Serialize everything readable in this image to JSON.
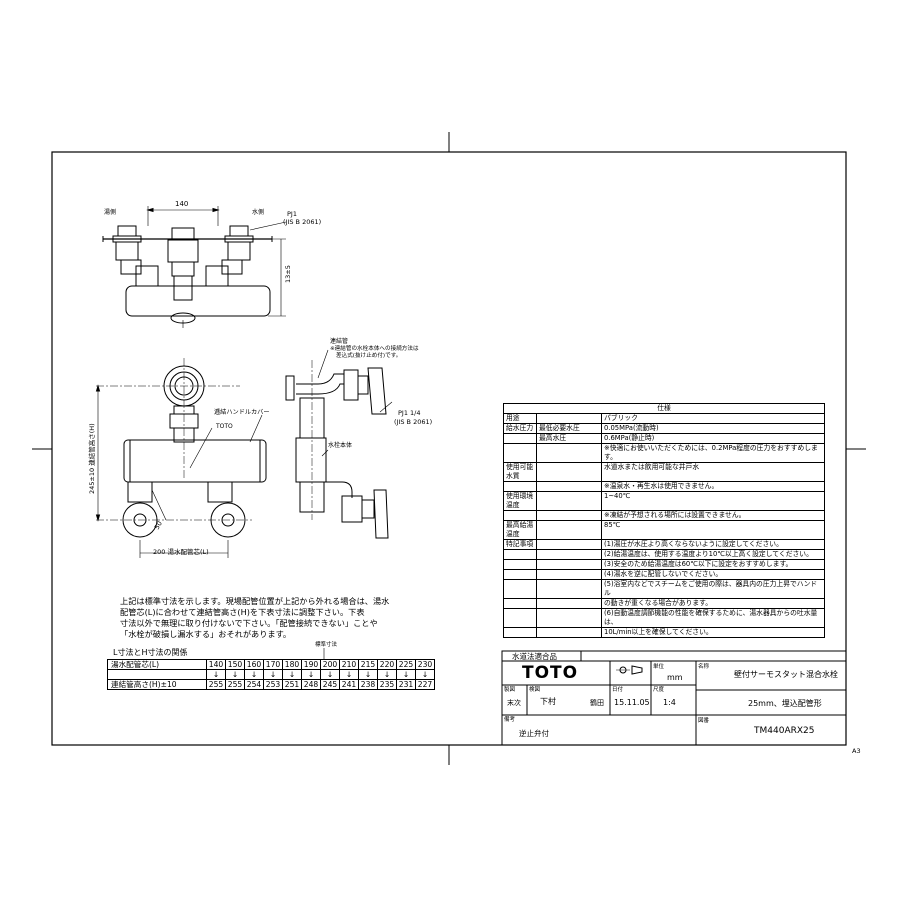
{
  "top_view": {
    "hot_label": "湯側",
    "cold_label": "水側",
    "width_dim": "140",
    "thread_label": "PJ1",
    "thread_std": "(JIS B 2061)",
    "depth_dim": "13±5"
  },
  "front_view": {
    "cover_label": "逓結ハンドルカバー",
    "brand_label": "TOTO",
    "height_dim": "245±10 連結管高さ(H)",
    "angle_dim": "50",
    "pitch_dim": "200 湯水配管芯(L)"
  },
  "side_view": {
    "pipe_label": "連結管",
    "pipe_note_1": "※連結管の水栓本体への接続方法は",
    "pipe_note_2": "差込式(抜け止め付)です。",
    "thread_label": "PJ1 1/4",
    "thread_std": "(JIS B 2061)",
    "body_label": "水栓本体"
  },
  "spec": {
    "title": "仕様",
    "rows": [
      {
        "c1": "用途",
        "c2": "",
        "c3": "パブリック"
      },
      {
        "c1": "給水圧力",
        "c2": "最低必要水圧",
        "c3": "0.05MPa(流動時)"
      },
      {
        "c1": "",
        "c2": "最高水圧",
        "c3": "0.6MPa(静止時)"
      },
      {
        "c1": "",
        "c2": "",
        "c3": "※快適にお使いいただくためには、0.2MPa程度の圧力をおすすめします。"
      },
      {
        "c1": "使用可能水質",
        "c2": "",
        "c3": "水道水または飲用可能な井戸水"
      },
      {
        "c1": "",
        "c2": "",
        "c3": "※温泉水・再生水は使用できません。"
      },
      {
        "c1": "使用環境温度",
        "c2": "",
        "c3": "1~40℃"
      },
      {
        "c1": "",
        "c2": "",
        "c3": "※凍結が予想される場所には設置できません。"
      },
      {
        "c1": "最高給湯温度",
        "c2": "",
        "c3": "85℃"
      },
      {
        "c1": "特記事項",
        "c2": "",
        "c3": "(1)湯圧が水圧より高くならないように設定してください。"
      },
      {
        "c1": "",
        "c2": "",
        "c3": "(2)給湯温度は、使用する温度より10℃以上高く設定してください。"
      },
      {
        "c1": "",
        "c2": "",
        "c3": "(3)安全のため給湯温度は60℃以下に設定をおすすめします。"
      },
      {
        "c1": "",
        "c2": "",
        "c3": "(4)湯水を逆に配管しないでください。"
      },
      {
        "c1": "",
        "c2": "",
        "c3": "(5)浴室内などでスチームをご使用の際は、器具内の圧力上昇でハンドル"
      },
      {
        "c1": "",
        "c2": "",
        "c3": "の動きが重くなる場合があります。"
      },
      {
        "c1": "",
        "c2": "",
        "c3": "(6)自動温度調節機能の性能を確保するために、湯水器具からの吐水量は、"
      },
      {
        "c1": "",
        "c2": "",
        "c3": "10L/min以上を確保してください。"
      }
    ]
  },
  "notes": [
    "上記は標準寸法を示します。現場配管位置が上記から外れる場合は、湯水",
    "配管芯(L)に合わせて連結管高さ(H)を下表寸法に調整下さい。下表",
    "寸法以外で無理に取り付けないで下さい。「配管接続できない」ことや",
    "「水栓が破損し漏水する」おそれがあります。"
  ],
  "lh_table": {
    "caption": "L寸法とH寸法の関係",
    "std_mark": "標準寸法",
    "l_label": "湯水配管芯(L)",
    "h_label": "連結管高さ(H)±10",
    "l_values": [
      "140",
      "150",
      "160",
      "170",
      "180",
      "190",
      "200",
      "210",
      "215",
      "220",
      "225",
      "230"
    ],
    "arrow": "↓",
    "h_values": [
      "255",
      "255",
      "254",
      "253",
      "251",
      "248",
      "245",
      "241",
      "238",
      "235",
      "231",
      "227"
    ]
  },
  "title_block": {
    "cert": "水道法適合品",
    "brand": "TOTO",
    "unit_label": "単位",
    "unit": "mm",
    "name_label": "名称",
    "name": "壁付サーモスタット混合水栓",
    "subname": "25mm、埋込配管形",
    "drawn_label": "製図",
    "checked_label": "検図",
    "drawn_by": "末次",
    "checked_by": "下村",
    "approved_by": "鶴田",
    "date_label": "日付",
    "date": "15.11.05",
    "scale_label": "尺度",
    "scale": "1:4",
    "remarks_label": "備考",
    "remarks": "逆止弁付",
    "drawing_no_label": "図番",
    "drawing_no": "TM440ARX25",
    "sheet_size": "A3"
  }
}
